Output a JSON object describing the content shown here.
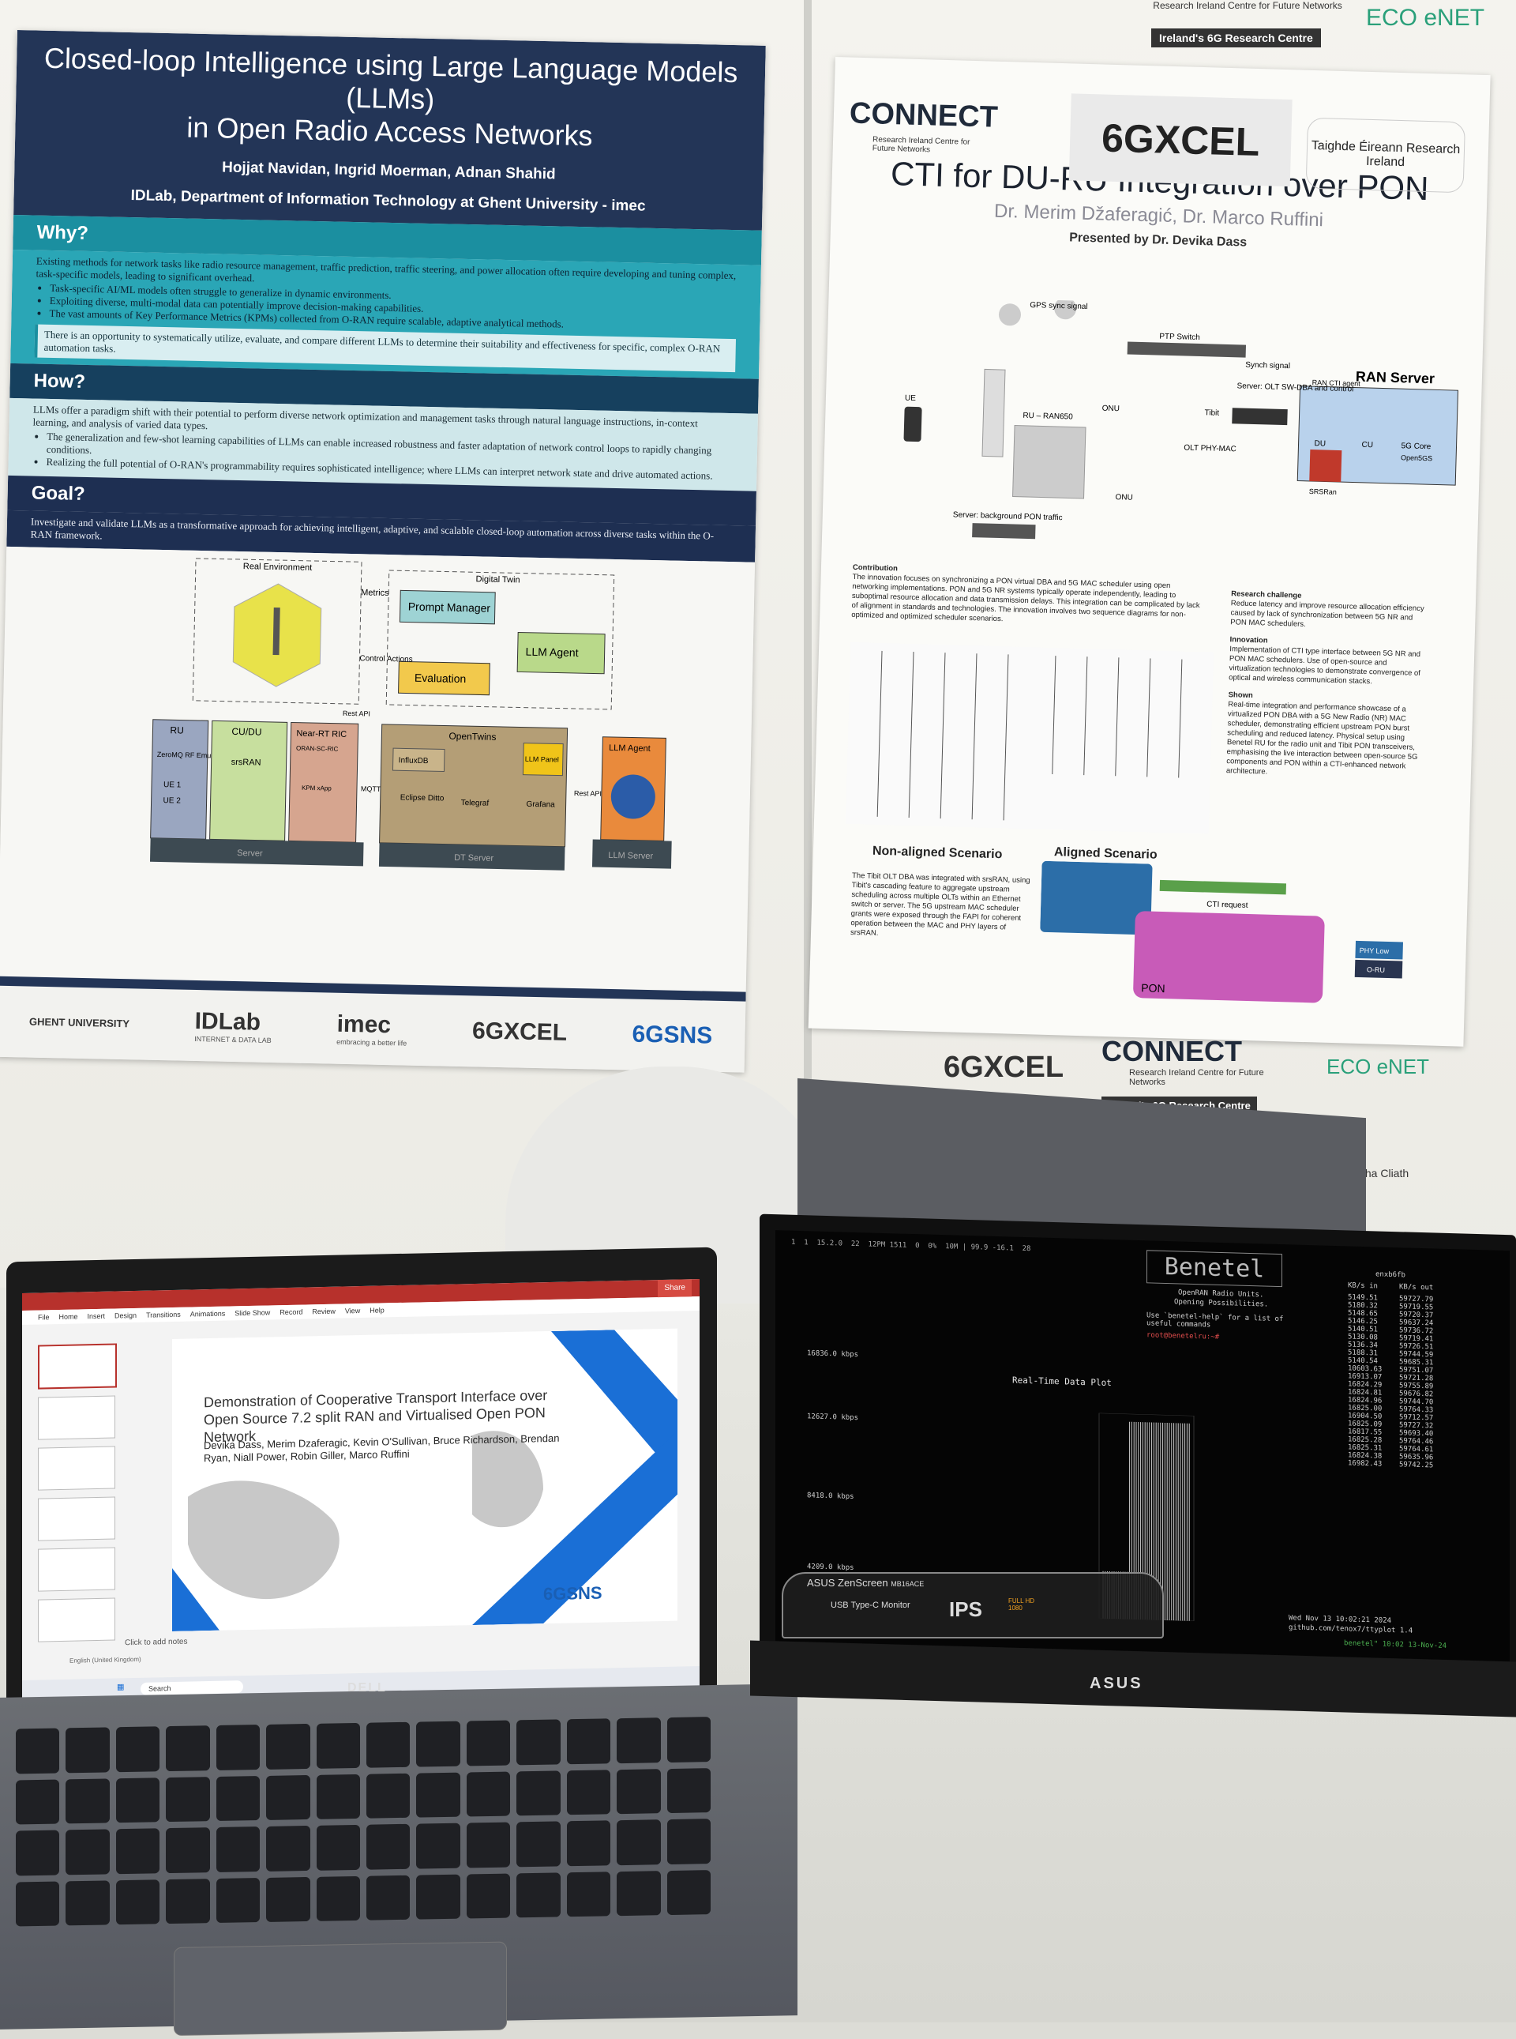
{
  "poster_left": {
    "title_line1": "Closed-loop Intelligence using Large Language Models (LLMs)",
    "title_line2": "in Open Radio Access Networks",
    "authors": "Hojjat Navidan, Ingrid Moerman, Adnan Shahid",
    "affiliation": "IDLab, Department of Information Technology at Ghent University - imec",
    "why_heading": "Why?",
    "why_intro": "Existing methods for network tasks like radio resource management, traffic prediction, traffic steering, and power allocation often require developing and tuning complex, task-specific models, leading to significant overhead.",
    "why_bullets": [
      "Task-specific AI/ML models often struggle to generalize in dynamic environments.",
      "Exploiting diverse, multi-modal data can potentially improve decision-making capabilities.",
      "The vast amounts of Key Performance Metrics (KPMs) collected from O-RAN require scalable, adaptive analytical methods."
    ],
    "why_callout": "There is an opportunity to systematically utilize, evaluate, and compare different LLMs to determine their suitability and effectiveness for specific, complex O-RAN automation tasks.",
    "how_heading": "How?",
    "how_intro": "LLMs offer a paradigm shift with their potential to perform diverse network optimization and management tasks through natural language instructions, in-context learning, and analysis of varied data types.",
    "how_bullets": [
      "The generalization and few-shot learning capabilities of LLMs can enable increased robustness and faster adaptation of network control loops to rapidly changing conditions.",
      "Realizing the full potential of O-RAN's programmability requires sophisticated intelligence; where LLMs can interpret network state and drive automated actions."
    ],
    "goal_heading": "Goal?",
    "goal_text": "Investigate and validate LLMs as a transformative approach for achieving intelligent, adaptive, and scalable closed-loop automation across diverse tasks within the O-RAN framework.",
    "figure": {
      "real_env": "Real Environment",
      "digital_twin": "Digital Twin",
      "metrics": "Metrics",
      "prompt_manager": "Prompt Manager",
      "llm_agent": "LLM Agent",
      "evaluation": "Evaluation",
      "control_actions": "Control Actions",
      "rest_api": "Rest API",
      "rest_api2": "Rest API",
      "mqtt": "MQTT",
      "ru": "RU",
      "zeromq": "ZeroMQ RF Emu",
      "ue1": "UE 1",
      "ue2": "UE 2",
      "cudu": "CU/DU",
      "srsran": "srsRAN",
      "near_rt_ric": "Near-RT RIC",
      "oran_sc_ric": "ORAN-SC-RIC",
      "kpm_xapp": "KPM xApp",
      "opentwins": "OpenTwins",
      "influxdb": "InfluxDB",
      "eclipse_ditto": "Eclipse Ditto",
      "telegraf": "Telegraf",
      "grafana": "Grafana",
      "llm_panel": "LLM Panel",
      "llm_agent_box": "LLM Agent",
      "server": "Server",
      "dt_server": "DT Server",
      "llm_server": "LLM Server"
    },
    "logos": [
      "GHENT UNIVERSITY",
      "IDLab",
      "imec",
      "6GXCEL",
      "6GSNS"
    ],
    "logo_subs": [
      "",
      "INTERNET & DATA LAB",
      "embracing a better life",
      "",
      ""
    ]
  },
  "poster_right": {
    "top_banner": "Ireland's 6G Research Centre",
    "top_org": "Research Ireland Centre for Future Networks",
    "eco_net": "ECO eNET",
    "connect": "CONNECT",
    "connect_sub": "Research Ireland Centre for Future Networks",
    "sixg": "6GXCEL",
    "taighde": "Taighde Éireann Research Ireland",
    "title": "CTI for DU-RU Integration over PON",
    "authors": "Dr. Merim Džaferagić, Dr. Marco Ruffini",
    "presented": "Presented by Dr. Devika Dass",
    "diagram_labels": {
      "gps": "GPS sync signal",
      "ptp": "PTP Switch",
      "synch": "Synch signal",
      "ran_server": "RAN Server",
      "ue": "UE",
      "ru": "RU – RAN650",
      "onu1": "ONU",
      "onu2": "ONU",
      "tibit": "Tibit",
      "olt": "OLT PHY-MAC",
      "server_olt": "Server: OLT SW-DBA and control",
      "ran_cti": "RAN CTI agent",
      "du": "DU",
      "cu": "CU",
      "core": "5G Core",
      "open5gs": "Open5GS",
      "srsran": "SRSRan",
      "bg_traffic": "Server: background PON traffic"
    },
    "contribution_heading": "Contribution",
    "contribution_text": "The innovation focuses on synchronizing a PON virtual DBA and 5G MAC scheduler using open networking implementations. PON and 5G NR systems typically operate independently, leading to suboptimal resource allocation and data transmission delays. This integration can be complicated by lack of alignment in standards and technologies. The innovation involves two sequence diagrams for non-optimized and optimized scheduler scenarios.",
    "research_heading": "Research challenge",
    "research_text": "Reduce latency and improve resource allocation efficiency caused by lack of synchronization between 5G NR and PON MAC schedulers.",
    "innovation_heading": "Innovation",
    "innovation_text": "Implementation of CTI type interface between 5G NR and PON MAC schedulers. Use of open-source and virtualization technologies to demonstrate convergence of optical and wireless communication stacks.",
    "shown_heading": "Shown",
    "shown_text": "Real-time integration and performance showcase of a virtualized PON DBA with a 5G New Radio (NR) MAC scheduler, demonstrating efficient upstream PON burst scheduling and reduced latency. Physical setup using Benetel RU for the radio unit and Tibit PON transceivers, emphasising the live interaction between open-source 5G components and PON within a CTI-enhanced network architecture.",
    "non_aligned": "Non-aligned Scenario",
    "aligned": "Aligned Scenario",
    "bottom_text": "The Tibit OLT DBA was integrated with srsRAN, using Tibit's cascading feature to aggregate upstream scheduling across multiple OLTs within an Ethernet switch or server. The 5G upstream MAC scheduler grants were exposed through the FAPI for coherent operation between the MAC and PHY layers of srsRAN.",
    "cti_request": "CTI request",
    "pon": "PON",
    "phy_low": "PHY Low",
    "oru": "O-RU",
    "below_logos": [
      "6GXCEL",
      "CONNECT",
      "ECO eNET"
    ],
    "below_connect_sub": "Research Ireland Centre for Future Networks",
    "below_banner": "Ireland's 6G Research Centre",
    "cliath": "tha Cliath"
  },
  "laptop": {
    "brand": "DELL",
    "ppt_title": "Demonstration of Cooperative Transport Interface over Open Source 7.2 split RAN and Virtualised Open PON Network",
    "ppt_authors": "Devika Dass, Merim Dzaferagic, Kevin O'Sullivan, Bruce Richardson, Brendan Ryan, Niall Power, Robin Giller, Marco Ruffini",
    "menu": [
      "File",
      "Home",
      "Insert",
      "Design",
      "Transitions",
      "Animations",
      "Slide Show",
      "Record",
      "Review",
      "View",
      "Help"
    ],
    "share": "Share",
    "notes": "Click to add notes",
    "search": "Search",
    "status_lang": "English (United Kingdom)",
    "slide_logo": "6GSNS"
  },
  "monitor": {
    "brand": "ASUS",
    "label": "ASUS ZenScreen",
    "label_model": "MB16ACE",
    "usb": "USB Type-C Monitor",
    "ips": "IPS",
    "full_hd": "FULL HD 1080",
    "benetel": "Benetel",
    "plot_title": "Real-Time Data Plot",
    "y_ticks": [
      "16836.0 kbps",
      "12627.0 kbps",
      "8418.0 kbps",
      "4209.0 kbps"
    ],
    "welcome1": "OpenRAN Radio Units.",
    "welcome2": "Opening Possibilities.",
    "help": "Use `benetel-help` for a list of useful commands",
    "prompt": "root@benetelru:~#",
    "timestamp": "Wed Nov 13 10:02:21 2024",
    "url": "github.com/tenox7/ttyplot 1.4",
    "status_bar": "benetel\" 10:02 13-Nov-24",
    "kb_in": "KB/s in",
    "kb_out": "KB/s out",
    "enp_label": "enxb6fb",
    "rows_left": [
      "5149.51",
      "5180.32",
      "5148.65",
      "5146.25",
      "5140.51",
      "5130.08",
      "5136.34",
      "5188.31",
      "5140.54",
      "10603.63",
      "16913.07",
      "16824.29",
      "16824.81",
      "16824.96",
      "16825.00",
      "16904.50",
      "16825.09",
      "16817.55",
      "16825.28",
      "16825.31",
      "16824.38",
      "16982.43"
    ],
    "rows_right": [
      "59727.79",
      "59719.55",
      "59720.37",
      "59637.24",
      "59736.72",
      "59719.41",
      "59726.51",
      "59744.59",
      "59685.31",
      "59751.07",
      "59721.28",
      "59755.89",
      "59676.82",
      "59744.70",
      "59764.33",
      "59712.57",
      "59727.32",
      "59693.40",
      "59764.46",
      "59764.61",
      "59635.96",
      "59742.25"
    ]
  }
}
